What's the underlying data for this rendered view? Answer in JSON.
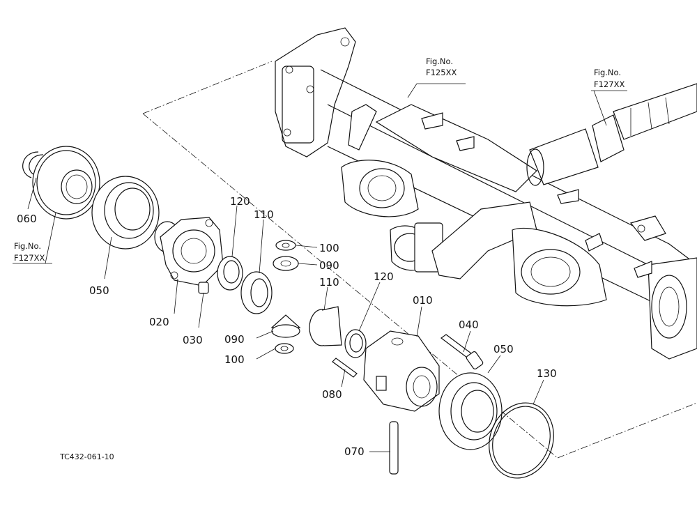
{
  "callouts": {
    "c060": "060",
    "c050_left": "050",
    "c020": "020",
    "c030": "030",
    "c120_top": "120",
    "c110_top": "110",
    "c100_top": "100",
    "c090_top": "090",
    "c110_mid": "110",
    "c090_bot": "090",
    "c100_bot": "100",
    "c120_mid": "120",
    "c010": "010",
    "c040": "040",
    "c050_right": "050",
    "c080": "080",
    "c130": "130",
    "c070": "070"
  },
  "figrefs": {
    "f125_a": "Fig.No.",
    "f125_b": "F125XX",
    "f127_top_a": "Fig.No.",
    "f127_top_b": "F127XX",
    "f127_left_a": "Fig.No.",
    "f127_left_b": "F127XX"
  },
  "drawing_code": "TC432-061-10"
}
